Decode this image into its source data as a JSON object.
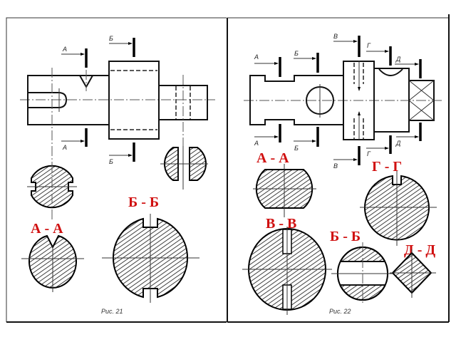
{
  "figures": [
    {
      "caption": "Рис. 21",
      "cut_labels": {
        "a": "А",
        "b": "Б"
      },
      "section_titles": {
        "aa": "А - А",
        "bb": "Б - Б"
      }
    },
    {
      "caption": "Рис. 22",
      "cut_labels": {
        "a": "А",
        "b": "Б",
        "v": "В",
        "g": "Г",
        "d": "Д"
      },
      "section_titles": {
        "aa": "А - А",
        "gg": "Г - Г",
        "vv": "В - В",
        "bb": "Б - Б",
        "dd": "Д - Д"
      }
    }
  ],
  "colors": {
    "title_red": "#d01010",
    "line": "#111111"
  }
}
